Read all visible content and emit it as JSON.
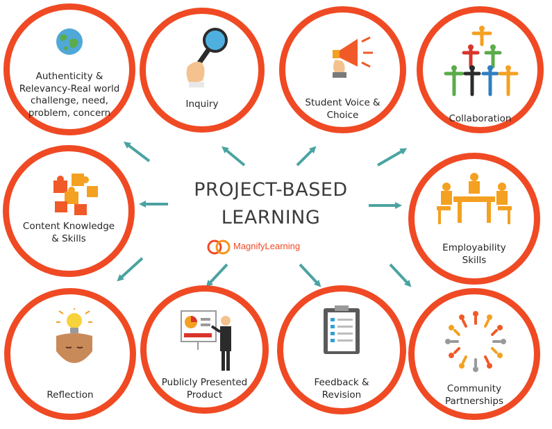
{
  "title": {
    "line1": "PROJECT-BASED",
    "line2": "LEARNING"
  },
  "brand": {
    "name": "MagnifyLearning",
    "color": "#ef4a24"
  },
  "colors": {
    "ring": "#ef4a24",
    "arrow": "#4aa3a1",
    "text": "#262626"
  },
  "nodes": [
    {
      "id": "authenticity",
      "label": "Authenticity & Relevancy-Real world challenge, need, problem, concern",
      "lines": [
        "Authenticity &",
        "Relevancy-Real world",
        "challenge, need,",
        "problem, concern"
      ],
      "icon": "globe-icon"
    },
    {
      "id": "inquiry",
      "label": "Inquiry",
      "lines": [
        "Inquiry"
      ],
      "icon": "magnifying-glass-icon"
    },
    {
      "id": "voice",
      "label": "Student Voice & Choice",
      "lines": [
        "Student Voice &",
        "Choice"
      ],
      "icon": "megaphone-icon"
    },
    {
      "id": "collaboration",
      "label": "Collaboration",
      "lines": [
        "Collaboration"
      ],
      "icon": "human-pyramid-icon"
    },
    {
      "id": "content",
      "label": "Content Knowledge & Skills",
      "lines": [
        "Content Knowledge",
        "& Skills"
      ],
      "icon": "puzzle-pieces-icon"
    },
    {
      "id": "employability",
      "label": "Employability Skills",
      "lines": [
        "Employability",
        "Skills"
      ],
      "icon": "meeting-table-icon"
    },
    {
      "id": "reflection",
      "label": "Reflection",
      "lines": [
        "Reflection"
      ],
      "icon": "lightbulb-head-icon"
    },
    {
      "id": "product",
      "label": "Publicly Presented Product",
      "lines": [
        "Publicly Presented",
        "Product"
      ],
      "icon": "presenter-icon"
    },
    {
      "id": "feedback",
      "label": "Feedback & Revision",
      "lines": [
        "Feedback &",
        "Revision"
      ],
      "icon": "clipboard-icon"
    },
    {
      "id": "community",
      "label": "Community Partnerships",
      "lines": [
        "Community",
        "Partnerships"
      ],
      "icon": "people-circle-icon"
    }
  ]
}
